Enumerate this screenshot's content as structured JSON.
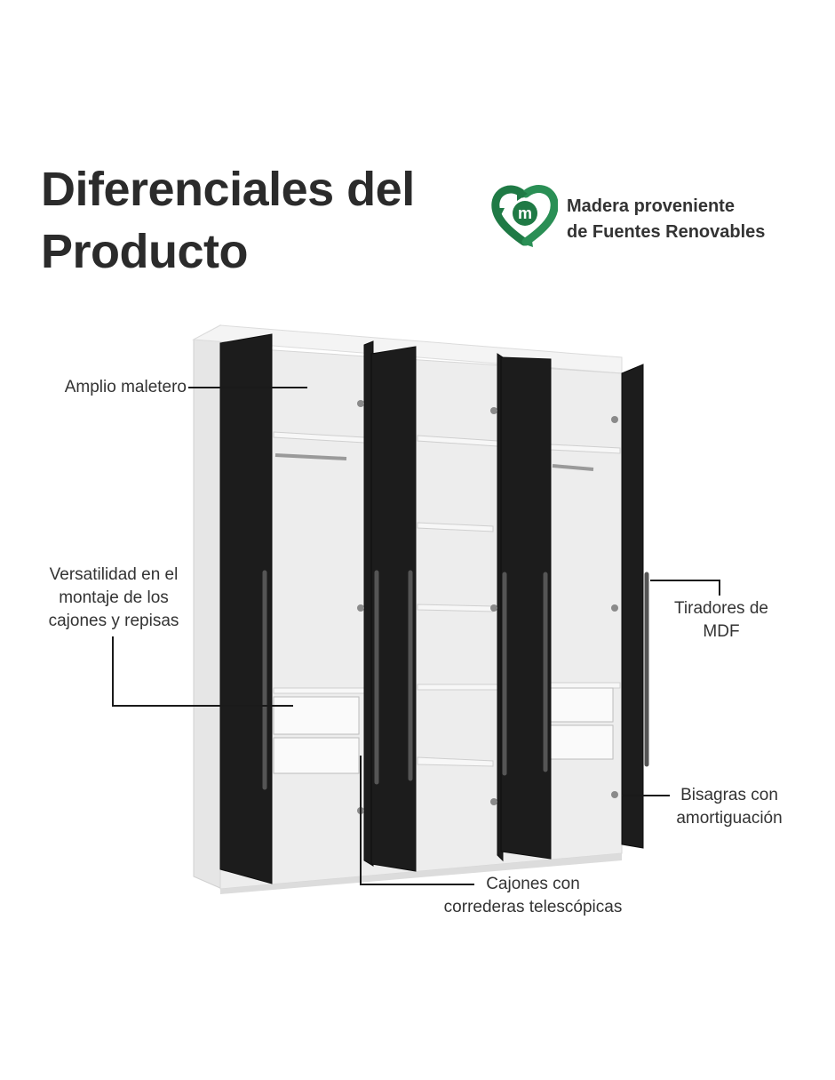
{
  "title": {
    "line1": "Diferenciales del",
    "line2": "Producto"
  },
  "badge": {
    "icon": "recycle-heart-icon",
    "letter": "m",
    "line1": "Madera proveniente",
    "line2": "de Fuentes Renovables",
    "color": "#1f7a45"
  },
  "features": {
    "maletero": "Amplio maletero",
    "versatilidad": {
      "line1": "Versatilidad en el",
      "line2": "montaje de los",
      "line3": "cajones y repisas"
    },
    "tiradores": {
      "line1": "Tiradores de",
      "line2": "MDF"
    },
    "bisagras": {
      "line1": "Bisagras con",
      "line2": "amortiguación"
    },
    "cajones": {
      "line1": "Cajones con",
      "line2": "correderas telescópicas"
    }
  },
  "colors": {
    "door": "#1c1c1c",
    "body": "#f2f2f2",
    "interior": "#e9e9e9",
    "line": "#1a1a1a"
  }
}
